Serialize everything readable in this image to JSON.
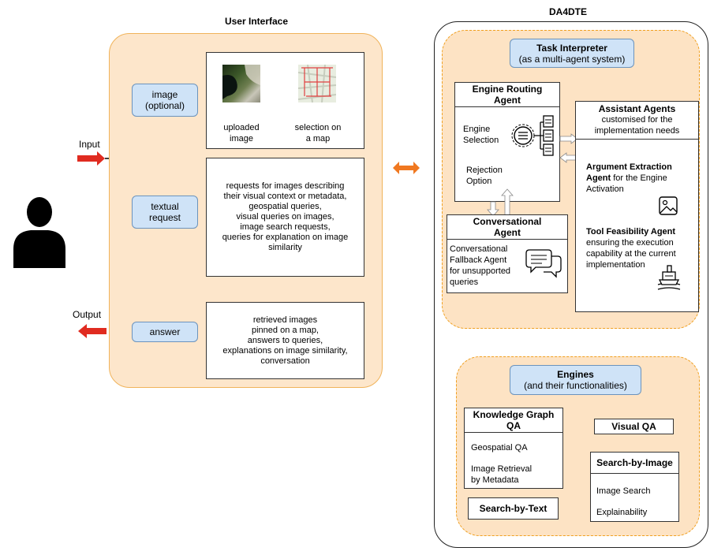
{
  "colors": {
    "peach": "#fde3c4",
    "pill_blue": "#cfe3f7",
    "red_arrow": "#e02b20",
    "orange_arrow": "#f07820",
    "gold_arrow": "#f0a020"
  },
  "ui": {
    "title": "User Interface",
    "input_label": "Input",
    "output_label": "Output",
    "image_pill": [
      "image",
      "(optional)"
    ],
    "text_pill": [
      "textual",
      "request"
    ],
    "answer_pill": "answer",
    "uploaded_caption": [
      "uploaded",
      "image"
    ],
    "map_caption": [
      "selection on",
      "a map"
    ],
    "requests_text": [
      "requests for images describing",
      "their visual context or metadata,",
      "geospatial queries,",
      "visual queries on images,",
      "image search requests,",
      "queries for explanation on image",
      "similarity"
    ],
    "answers_text": [
      "retrieved images",
      "pinned on a map,",
      "answers to queries,",
      "explanations on image similarity,",
      "conversation"
    ]
  },
  "da4dte": {
    "title": "DA4DTE",
    "task_interpreter": [
      "Task Interpreter",
      "(as a multi-agent system)"
    ],
    "engine_routing": {
      "header": [
        "Engine Routing",
        "Agent"
      ],
      "engine_selection": [
        "Engine",
        "Selection"
      ],
      "rejection": [
        "Rejection",
        "Option"
      ]
    },
    "conversational": {
      "header": [
        "Conversational",
        "Agent"
      ],
      "body": [
        "Conversational",
        "Fallback Agent",
        "for unsupported",
        "queries"
      ]
    },
    "assistant": {
      "header": "Assistant Agents",
      "sub": [
        "customised for the",
        "implementation needs"
      ],
      "arg_bold1": "Argument Extraction",
      "arg_bold2": "Agent",
      "arg_rest1": " for the Engine",
      "arg_rest2": "Activation",
      "tool_bold": "Tool Feasibility Agent",
      "tool_rest": [
        "ensuring the execution",
        "capability at the current",
        "implementation"
      ]
    },
    "engines": {
      "header": [
        "Engines",
        "(and their functionalities)"
      ],
      "kgqa": {
        "title": [
          "Knowledge Graph",
          "QA"
        ],
        "item1": "Geospatial QA",
        "item2": [
          "Image Retrieval",
          "by Metadata"
        ]
      },
      "visual_qa": "Visual QA",
      "search_by_image": {
        "title": "Search-by-Image",
        "item1": "Image Search",
        "item2": "Explainability"
      },
      "search_by_text": "Search-by-Text"
    }
  }
}
